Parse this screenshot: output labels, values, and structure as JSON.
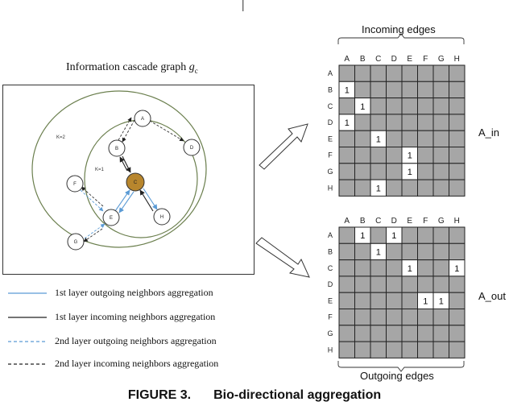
{
  "header_fragment": "|",
  "graph": {
    "title_prefix": "Information cascade graph ",
    "title_var": "g",
    "title_sub": "c",
    "k2_label": "K=2",
    "k1_label": "K=1",
    "center_color": "#b8862d",
    "nodes": [
      "A",
      "B",
      "C",
      "D",
      "E",
      "F",
      "G",
      "H"
    ]
  },
  "legend": [
    {
      "label": "1st layer outgoing neighbors aggregation",
      "color": "#5b9bd5",
      "dashed": false
    },
    {
      "label": "1st layer incoming neighbors aggregation",
      "color": "#222222",
      "dashed": false
    },
    {
      "label": "2nd layer outgoing neighbors aggregation",
      "color": "#5b9bd5",
      "dashed": true
    },
    {
      "label": "2nd layer incoming neighbors aggregation",
      "color": "#222222",
      "dashed": true
    }
  ],
  "matrix_in": {
    "heading": "Incoming edges",
    "name": "A_in",
    "cols": [
      "A",
      "B",
      "C",
      "D",
      "E",
      "F",
      "G",
      "H"
    ],
    "rows": [
      "A",
      "B",
      "C",
      "D",
      "E",
      "F",
      "G",
      "H"
    ],
    "ones": [
      [
        1,
        0
      ],
      [
        2,
        1
      ],
      [
        3,
        0
      ],
      [
        4,
        2
      ],
      [
        5,
        4
      ],
      [
        6,
        4
      ],
      [
        7,
        2
      ]
    ]
  },
  "matrix_out": {
    "heading": "Outgoing edges",
    "name": "A_out",
    "cols": [
      "A",
      "B",
      "C",
      "D",
      "E",
      "F",
      "G",
      "H"
    ],
    "rows": [
      "A",
      "B",
      "C",
      "D",
      "E",
      "F",
      "G",
      "H"
    ],
    "ones": [
      [
        0,
        1
      ],
      [
        0,
        3
      ],
      [
        1,
        2
      ],
      [
        2,
        4
      ],
      [
        2,
        7
      ],
      [
        4,
        5
      ],
      [
        4,
        6
      ]
    ]
  },
  "colors": {
    "cell": "#a6a6a6",
    "one_cell": "#ffffff",
    "grid": "#222222"
  },
  "caption": {
    "figure": "FIGURE 3.",
    "text": "Bio-directional aggregation"
  }
}
